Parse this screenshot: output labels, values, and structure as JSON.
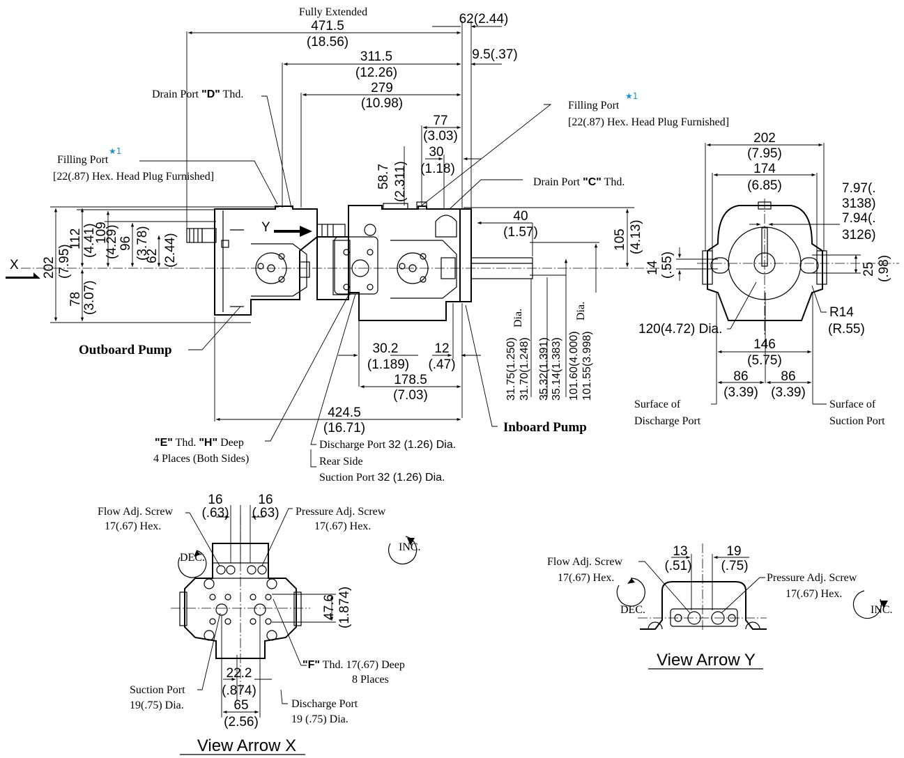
{
  "top_view": {
    "fully_extended": "Fully Extended",
    "d471": "471.5",
    "d471in": "(18.56)",
    "d62": "62(2.44)",
    "d311": "311.5",
    "d311in": "(12.26)",
    "d95": "9.5(.37)",
    "d279": "279",
    "d279in": "(10.98)",
    "d77": "77",
    "d77in": "(3.03)",
    "d30": "30",
    "d30in": "(1.18)",
    "d587": "58.7",
    "d587in": "(2.311)",
    "d40": "40",
    "d40in": "(1.57)",
    "d105": "105",
    "d105in": "(4.13)",
    "d202": "202",
    "d202in": "(7.95)",
    "d112": "112",
    "d112in": "(4.41)",
    "d109": "109",
    "d109in": "(4.29)",
    "d96": "96",
    "d96in": "(3.78)",
    "d62b": "62",
    "d62bin": "(2.44)",
    "d78": "78",
    "d78in": "(3.07)",
    "d302": "30.2",
    "d302in": "(1.189)",
    "d12": "12",
    "d12in": "(.47)",
    "d1785": "178.5",
    "d1785in": "(7.03)",
    "d4245": "424.5",
    "d4245in": "(16.71)",
    "shaft1": "31.75(1.250)",
    "shaft2": "31.70(1.248)",
    "dia1": "Dia.",
    "key1": "35.32(1.391)",
    "key2": "35.14(1.383)",
    "pilot1": "101.60(4.000)",
    "pilot2": "101.55(3.998)",
    "dia2": "Dia.",
    "x_arrow": "X",
    "y_arrow": "Y",
    "drain_d_pre": "Drain Port ",
    "drain_d_q": "\"D\"",
    "drain_d_post": " Thd.",
    "drain_c_pre": "Drain Port ",
    "drain_c_q": "\"C\"",
    "drain_c_post": " Thd.",
    "fill_left": "Filling Port",
    "fill_left_note": "[22(.87) Hex. Head Plug Furnished]",
    "fill_right": "Filling Port",
    "fill_right_note": "[22(.87) Hex. Head Plug Furnished]",
    "star": "★1",
    "outboard": "Outboard Pump",
    "inboard": "Inboard Pump",
    "e_q": "\"E\"",
    "e_thd": " Thd. ",
    "h_q": "\"H\"",
    "h_deep": " Deep",
    "e_places": "4 Places (Both Sides)",
    "discharge_pre": "Discharge Port ",
    "discharge_val": "32 (1.26) Dia.",
    "rear_side": "Rear Side",
    "suction_pre": "Suction Port ",
    "suction_val": "32 (1.26) Dia."
  },
  "end_view": {
    "d202": "202",
    "d202in": "(7.95)",
    "d174": "174",
    "d174in": "(6.85)",
    "k1": "7.97(.",
    "k2": "3138)",
    "k3": "7.94(.",
    "k4": "3126)",
    "d14": "14",
    "d14in": "(.55)",
    "d25": "25",
    "d25in": "(.98)",
    "r14": "R14",
    "r14in": "(R.55)",
    "dia120": "120(4.72) Dia.",
    "d146": "146",
    "d146in": "(5.75)",
    "d86a": "86",
    "d86ain": "(3.39)",
    "d86b": "86",
    "d86bin": "(3.39)",
    "surf_dis1": "Surface of",
    "surf_dis2": "Discharge Port",
    "surf_suc1": "Surface of",
    "surf_suc2": "Suction Port"
  },
  "view_x": {
    "title": "View Arrow X",
    "d16a": "16",
    "d16ain": "(.63)",
    "d16b": "16",
    "d16bin": "(.63)",
    "flow1": "Flow Adj. Screw",
    "flow2": "17(.67) Hex.",
    "press1": "Pressure Adj. Screw",
    "press2": "17(.67) Hex.",
    "dec": "DEC.",
    "inc": "INC.",
    "d476": "47.6",
    "d476in": "(1.874)",
    "f_q": "\"F\"",
    "f_text": " Thd. 17(.67) Deep",
    "f_places": "8 Places",
    "d222": "22.2",
    "d222in": "(.874)",
    "d65": "65",
    "d65in": "(2.56)",
    "suc1": "Suction Port",
    "suc2": "19(.75) Dia.",
    "dis1": "Discharge Port",
    "dis2": "19 (.75) Dia."
  },
  "view_y": {
    "title": "View Arrow Y",
    "d13": "13",
    "d13in": "(.51)",
    "d19": "19",
    "d19in": "(.75)",
    "flow1": "Flow Adj. Screw",
    "flow2": "17(.67) Hex.",
    "press1": "Pressure Adj. Screw",
    "press2": "17(.67) Hex.",
    "dec": "DEC.",
    "inc": "INC."
  }
}
